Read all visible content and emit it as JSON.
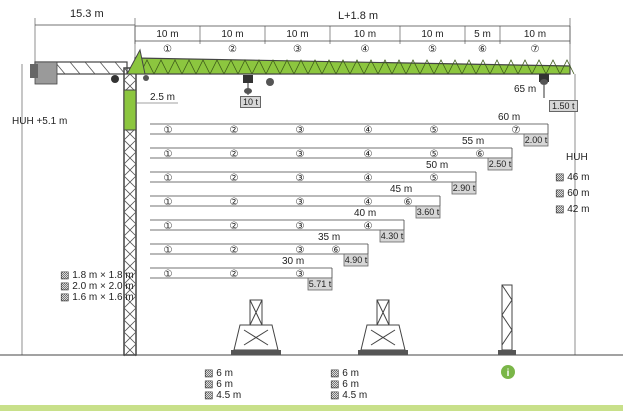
{
  "dimensions": {
    "counter_jib": "15.3 m",
    "jib_total": "L+1.8 m",
    "height_left": "HUH +5.1 m",
    "height_right": "HUH",
    "trolley_offset": "2.5 m",
    "tip_offset": "65 m",
    "segments": [
      "10 m",
      "10 m",
      "10 m",
      "10 m",
      "10 m",
      "5 m",
      "10 m"
    ],
    "segment_ids": [
      "①",
      "②",
      "③",
      "④",
      "⑤",
      "⑥",
      "⑦"
    ]
  },
  "tip_load": "1.50 t",
  "hook_load": "10 t",
  "configs": [
    {
      "length": "60 m",
      "load": "2.00 t",
      "segments": [
        "①",
        "②",
        "③",
        "④",
        "⑤",
        "⑦"
      ]
    },
    {
      "length": "55 m",
      "load": "2.50 t",
      "segments": [
        "①",
        "②",
        "③",
        "④",
        "⑤",
        "⑥"
      ]
    },
    {
      "length": "50 m",
      "load": "2.90 t",
      "segments": [
        "①",
        "②",
        "③",
        "④",
        "⑤"
      ]
    },
    {
      "length": "45 m",
      "load": "3.60 t",
      "segments": [
        "①",
        "②",
        "③",
        "④",
        "⑥"
      ]
    },
    {
      "length": "40 m",
      "load": "4.30 t",
      "segments": [
        "①",
        "②",
        "③",
        "④"
      ]
    },
    {
      "length": "35 m",
      "load": "4.90 t",
      "segments": [
        "①",
        "②",
        "③",
        "⑥"
      ]
    },
    {
      "length": "30 m",
      "load": "5.71 t",
      "segments": [
        "①",
        "②",
        "③"
      ]
    }
  ],
  "heights_right": [
    "46 m",
    "60 m",
    "42 m"
  ],
  "mast_sizes": [
    "1.8 m × 1.8 m",
    "2.0 m × 2.0 m",
    "1.6 m × 1.6 m"
  ],
  "base_left": [
    "6 m",
    "6 m",
    "4.5 m"
  ],
  "base_right": [
    "6 m",
    "6 m",
    "4.5 m"
  ],
  "colors": {
    "accent": "#8cc63f",
    "line": "#444444",
    "ground": "#c8e08a",
    "info": "#7ab648"
  }
}
